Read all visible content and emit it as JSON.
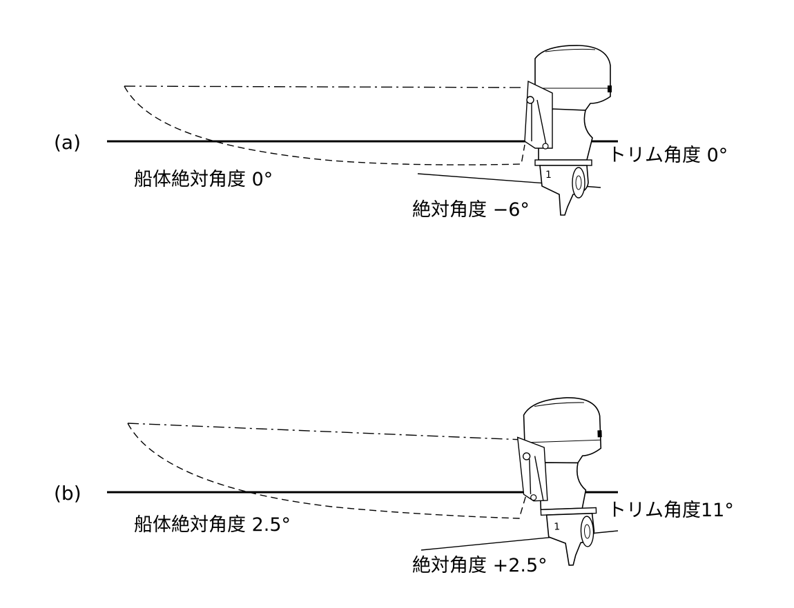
{
  "colors": {
    "ink": "#000000",
    "background": "#ffffff"
  },
  "panel_a": {
    "label": "(a)",
    "hull_angle": "船体絶対角度 0°",
    "trim_angle": "トリム角度 0°",
    "absolute_angle": "絶対角度 −6°"
  },
  "panel_b": {
    "label": "(b)",
    "hull_angle": "船体絶対角度 2.5°",
    "trim_angle": "トリム角度11°",
    "absolute_angle": "絶対角度 +2.5°"
  }
}
